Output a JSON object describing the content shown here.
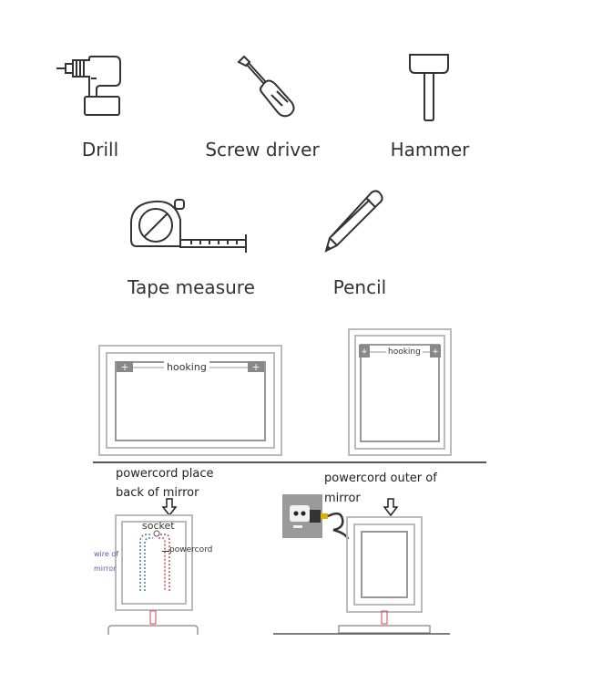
{
  "tools": {
    "drill": {
      "label": "Drill",
      "icon": "drill-icon"
    },
    "screwdriver": {
      "label": "Screw driver",
      "icon": "screwdriver-icon"
    },
    "hammer": {
      "label": "Hammer",
      "icon": "hammer-icon"
    },
    "tape": {
      "label": "Tape measure",
      "icon": "tape-measure-icon"
    },
    "pencil": {
      "label": "Pencil",
      "icon": "pencil-icon"
    }
  },
  "mirrors": {
    "landscape_hooking": "hooking",
    "portrait_hooking": "hooking"
  },
  "back": {
    "place_line1": "powercord place",
    "place_line2": "back of mirror",
    "socket": "socket",
    "powercord": "powercord",
    "wire_line1": "wire of",
    "wire_line2": "mirror"
  },
  "outer": {
    "line1": "powercord outer of",
    "line2": "mirror"
  },
  "colors": {
    "line": "#333333",
    "frame": "#bbbbbb",
    "hook_box": "#888888",
    "wire_blue": "#4a7ab8",
    "cord_red": "#d04a4a",
    "wire_text": "#5a5aa8",
    "outlet_bg": "#9a9a9a"
  }
}
